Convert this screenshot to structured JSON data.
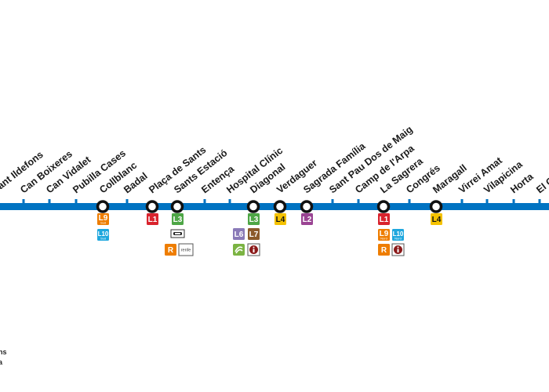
{
  "line": {
    "color": "#0073c2",
    "stations": [
      {
        "name": "Sant Ildefons",
        "interchange": false
      },
      {
        "name": "Can Boixeres",
        "interchange": false
      },
      {
        "name": "Can Vidalet",
        "interchange": false
      },
      {
        "name": "Pubilla Cases",
        "interchange": false
      },
      {
        "name": "Collblanc",
        "interchange": true
      },
      {
        "name": "Badal",
        "interchange": false
      },
      {
        "name": "Plaça de Sants",
        "interchange": true
      },
      {
        "name": "Sants Estació",
        "interchange": true
      },
      {
        "name": "Entença",
        "interchange": false
      },
      {
        "name": "Hospital Clínic",
        "interchange": false
      },
      {
        "name": "Diagonal",
        "interchange": true
      },
      {
        "name": "Verdaguer",
        "interchange": true
      },
      {
        "name": "Sagrada Família",
        "interchange": true
      },
      {
        "name": "Sant Pau Dos de Maig",
        "interchange": false
      },
      {
        "name": "Camp de l'Arpa",
        "interchange": false
      },
      {
        "name": "La Sagrera",
        "interchange": true
      },
      {
        "name": "Congrés",
        "interchange": false
      },
      {
        "name": "Maragall",
        "interchange": true
      },
      {
        "name": "Virrei Amat",
        "interchange": false
      },
      {
        "name": "Vilapicina",
        "interchange": false
      },
      {
        "name": "Horta",
        "interchange": false
      },
      {
        "name": "El Carmel",
        "interchange": false
      }
    ]
  },
  "connections": {
    "Collblanc": [
      {
        "label": "L9",
        "sub": "Sud",
        "color": "#ee7d00"
      },
      {
        "label": "L10",
        "sub": "Sud",
        "color": "#1fa7de"
      }
    ],
    "Plaça de Sants": [
      {
        "label": "L1",
        "color": "#d9232d"
      }
    ],
    "Sants Estació": [
      {
        "label": "L3",
        "color": "#4ea646"
      },
      {
        "icon": "bus-icon"
      },
      {
        "label": "R",
        "color": "#ee7d00"
      },
      {
        "icon": "renfe-logo",
        "text": "renfe"
      }
    ],
    "Diagonal": [
      {
        "label": "L3",
        "color": "#4ea646"
      },
      {
        "label": "L6",
        "color": "#8a7ab8"
      },
      {
        "label": "L7",
        "color": "#8b5a2b"
      },
      {
        "icon": "fgc-logo",
        "color": "#7bb342"
      },
      {
        "icon": "info-icon",
        "color": "#8b1a1a"
      }
    ],
    "Verdaguer": [
      {
        "label": "L4",
        "color": "#f5c200",
        "dark": true
      }
    ],
    "Sagrada Família": [
      {
        "label": "L2",
        "color": "#9a4493"
      }
    ],
    "La Sagrera": [
      {
        "label": "L1",
        "color": "#d9232d"
      },
      {
        "label": "L9",
        "sub": "Nord",
        "color": "#ee7d00"
      },
      {
        "label": "L10",
        "sub": "Nord",
        "color": "#1fa7de"
      },
      {
        "label": "R",
        "color": "#ee7d00"
      },
      {
        "icon": "info-icon",
        "color": "#8b1a1a"
      }
    ],
    "Maragall": [
      {
        "label": "L4",
        "color": "#f5c200",
        "dark": true
      }
    ]
  },
  "footer": {
    "line1": "ns",
    "line2": "a"
  }
}
